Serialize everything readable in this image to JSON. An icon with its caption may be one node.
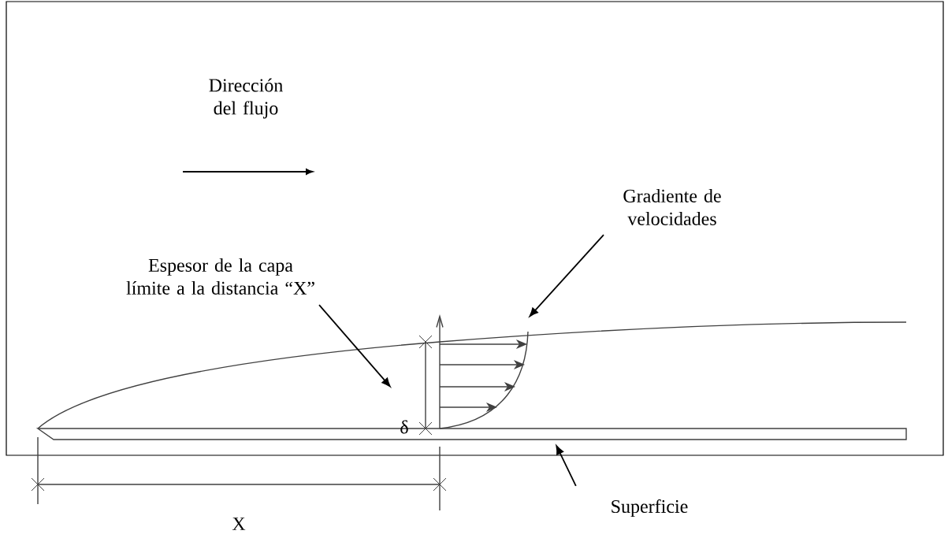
{
  "diagram": {
    "nodes": [
      {
        "text": [
          "Dirección del flujo"
        ]
      },
      {
        "text": [
          "Gradiente de velocidades"
        ]
      },
      {
        "text": [
          "Espesor de la capa límite a la distancia “X”"
        ]
      },
      {
        "text": [],
        "shape": "curve"
      },
      {
        "text": [],
        "shape": "bar"
      },
      {
        "text": [
          "Superficie"
        ]
      }
    ],
    "edges": [
      {
        "from": 1,
        "to": 3,
        "arrow": "to"
      },
      {
        "from": 2,
        "to": null,
        "arrow": "to"
      },
      {
        "from": 5,
        "to": 4,
        "arrow": "to"
      }
    ],
    "labels": [
      "δ",
      "X"
    ]
  }
}
